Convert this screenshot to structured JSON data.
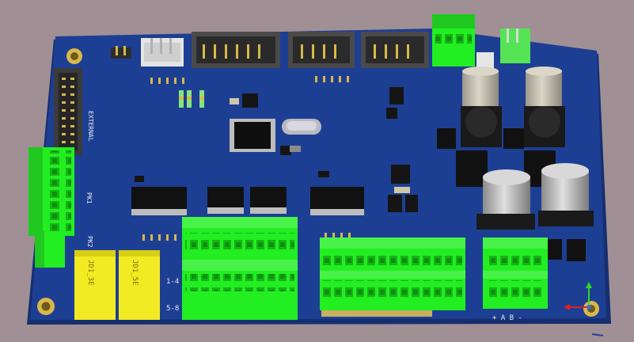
{
  "board": {
    "colors": {
      "background": "#a08f94",
      "pcb": "#1d3f93",
      "terminal": "#22ee22",
      "header": "#4a4a4a",
      "silkscreen": "#e8e8f0",
      "relay": "#f2ea22",
      "capacitor": "#c8c8c8",
      "gold": "#d9b84a"
    },
    "silkscreen": {
      "external": "EXTERNAL",
      "pk1": "PK1",
      "pk2": "PK2",
      "row1": "1-4",
      "row2": "5-8",
      "pins": "+ A B -"
    },
    "relays": [
      {
        "label": "JD1_3E"
      },
      {
        "label": "JD1_5E"
      }
    ]
  }
}
